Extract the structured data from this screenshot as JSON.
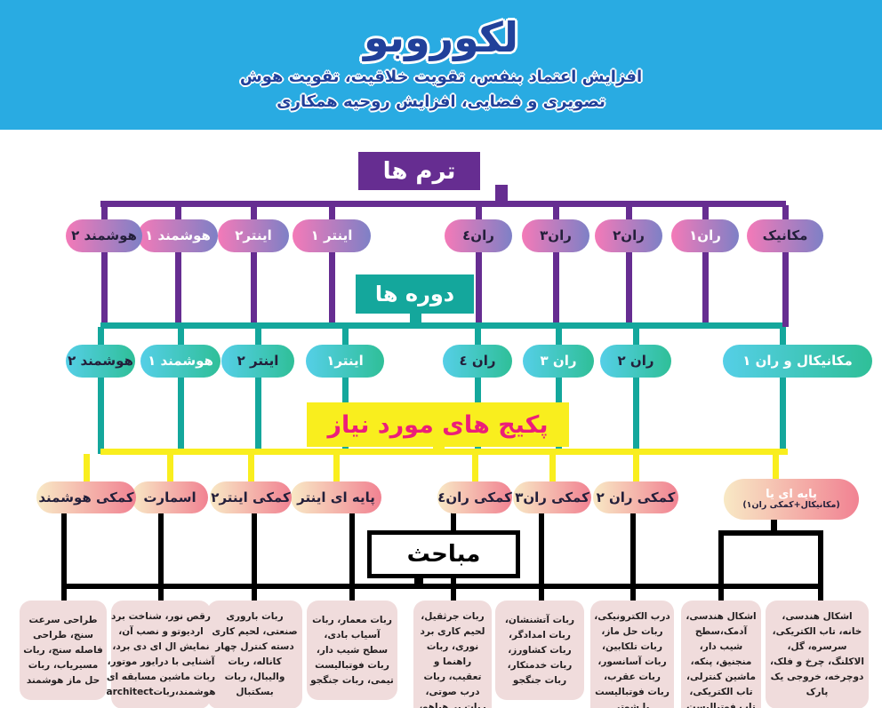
{
  "header": {
    "title": "لکوروبو",
    "subtitle_line1": "افزایش اعتماد بنفس، تقویت خلاقیت، تقویت هوش",
    "subtitle_line2": "تصویری و فضایی، افزایش روحیه همکاری"
  },
  "section_labels": {
    "terms": "ترم ها",
    "courses": "دوره ها",
    "packages": "پکیج های مورد نیاز",
    "topics": "مباحث"
  },
  "terms_row": [
    {
      "label": "مکانیک",
      "light": false
    },
    {
      "label": "ران۱",
      "light": true
    },
    {
      "label": "ران۲",
      "light": false
    },
    {
      "label": "ران۳",
      "light": false
    },
    {
      "label": "ران٤",
      "light": false
    },
    {
      "label": "اینتر ۱",
      "light": true
    },
    {
      "label": "اینتر۲",
      "light": true
    },
    {
      "label": "هوشمند ۱",
      "light": true
    },
    {
      "label": "هوشمند ۲",
      "light": false
    }
  ],
  "courses_row": [
    {
      "label": "مکانیکال و ران ۱",
      "light": true
    },
    {
      "label": "ران ۲",
      "light": false
    },
    {
      "label": "ران ۳",
      "light": true
    },
    {
      "label": "ران ٤",
      "light": false
    },
    {
      "label": "اینتر۱",
      "light": true
    },
    {
      "label": "اینتر ۲",
      "light": false
    },
    {
      "label": "هوشمند ۱",
      "light": true
    },
    {
      "label": "هوشمند ۲",
      "light": false
    }
  ],
  "packages_row": [
    {
      "label": "پایه ای یا",
      "sublabel": "(مکانیکال+کمکی ران۱)",
      "light": true
    },
    {
      "label": "کمکی ران ۲",
      "light": false
    },
    {
      "label": "کمکی ران۳",
      "light": false
    },
    {
      "label": "کمکی ران٤",
      "light": false
    },
    {
      "label": "پایه ای اینتر",
      "light": false
    },
    {
      "label": "کمکی اینتر۲",
      "light": false
    },
    {
      "label": "اسمارت",
      "light": false
    },
    {
      "label": "کمکی هوشمند",
      "light": false
    }
  ],
  "topic_boxes": [
    "اشکال هندسی، خانه، تاب الکتریکی، سرسره، گل، الاکلنگ، چرخ و فلک، دوچرخه، خروجی یک پارک",
    "اشکال هندسی، آدمک،سطح شیب دار، منجنیق، پنکه، ماشین کنترلی، تاب الکتریکی، تاب فوتبالیست",
    "درب الکترونیکی، ربات حل ماز، ربات تلکابین، ربات آسانسور، ربات عقرب، ربات فوتبالیست با شوتر",
    "ربات آتشنشان، ربات امدادگر، ربات کشاورز، ربات خدمتکار، ربات جنگجو",
    "ربات جرثقیل، لحیم کاری برد نوری، ربات راهنما و تعقیب، ربات درب صوتی، ربات پر هیاهو، ربات نقاش",
    "ربات معمار، ربات آسیاب بادی، سطح شیب دار، ربات فوتبالیست تیمی، ربات جنگجو",
    "ربات باروری صنعتی، لحیم کاری دسته کنترل چهار کاناله، ربات والیبال، ربات بسکتبال",
    "رقص نور، شناخت برد اردیوتو و نصب آن، نمایش ال ای دی برد، آشنایی با درایور موتور، ربات ماشین مسابقه ای هوشمند،رباتarchitect",
    "طراحی سرعت سنج، طراحی فاصله سنج، ربات مسیریاب، ربات حل ماز هوشمند"
  ],
  "colors": {
    "header_bg": "#29abe2",
    "header_text": "#21409a",
    "purple": "#662d91",
    "teal": "#14a79c",
    "yellow": "#f9ee1e",
    "black": "#000000",
    "packages_text": "#ec1e79",
    "term_pill_from": "#f47ab8",
    "term_pill_to": "#7e80c6",
    "course_pill_from": "#55cfe7",
    "course_pill_to": "#2fbf98",
    "package_pill_from": "#f8e9c5",
    "package_pill_to": "#f18292",
    "topic_box_bg": "#f0dcdc"
  }
}
